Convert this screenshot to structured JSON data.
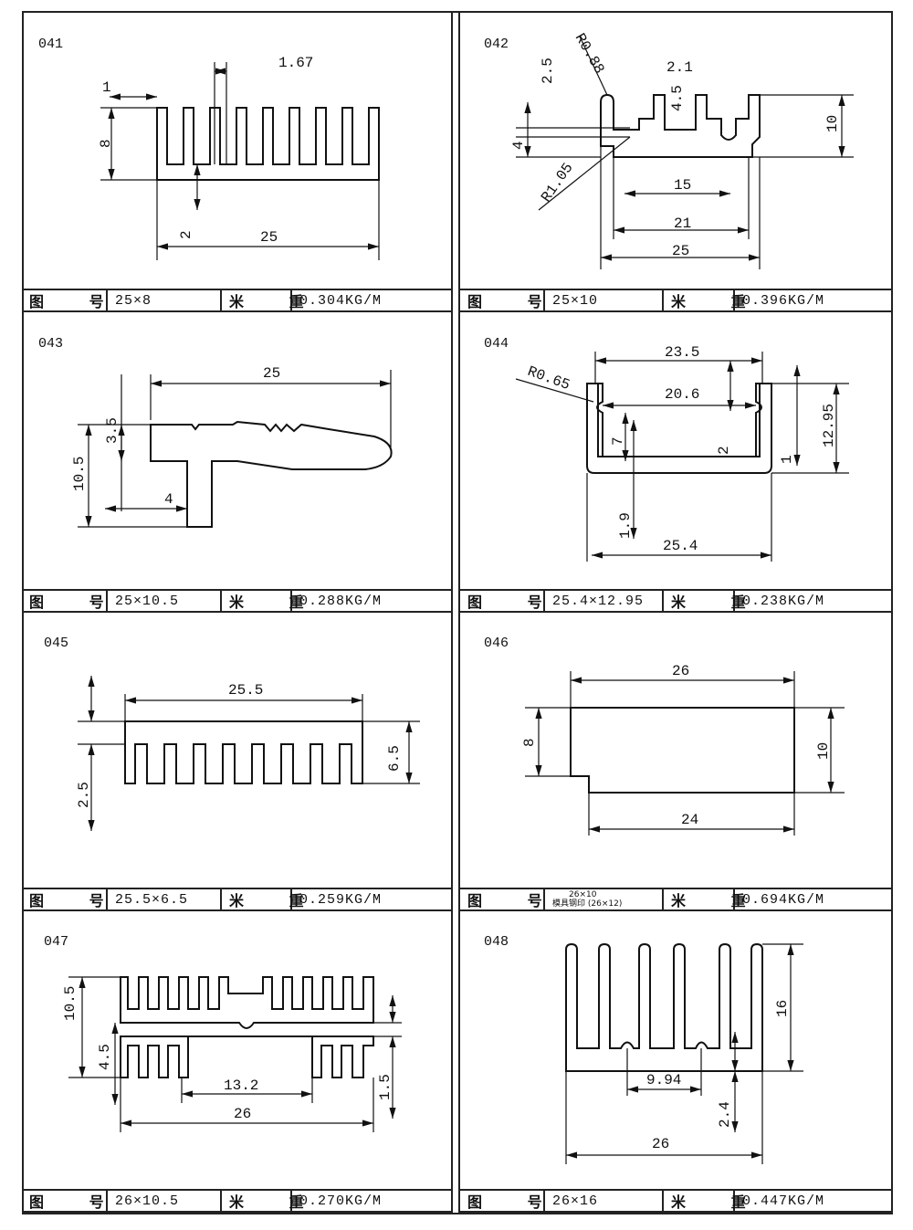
{
  "labels": {
    "drawing_no": "图 号",
    "weight": "米 重"
  },
  "panels": [
    {
      "id": "041",
      "size": "25×8",
      "weight": "0.304KG/M",
      "dims": [
        "1.67",
        "1",
        "8",
        "2",
        "25"
      ]
    },
    {
      "id": "042",
      "size": "25×10",
      "weight": "0.396KG/M",
      "dims": [
        "R0.88",
        "2.5",
        "2.1",
        "4.5",
        "10",
        "4",
        "15",
        "R1.05",
        "21",
        "25"
      ]
    },
    {
      "id": "043",
      "size": "25×10.5",
      "weight": "0.288KG/M",
      "dims": [
        "25",
        "3.5",
        "10.5",
        "4"
      ]
    },
    {
      "id": "044",
      "size": "25.4×12.95",
      "weight": "0.238KG/M",
      "dims": [
        "23.5",
        "R0.65",
        "20.6",
        "7",
        "2",
        "12.95",
        "1",
        "1.9",
        "25.4"
      ]
    },
    {
      "id": "045",
      "size": "25.5×6.5",
      "weight": "0.259KG/M",
      "dims": [
        "25.5",
        "6.5",
        "2.5"
      ]
    },
    {
      "id": "046",
      "size": "26×10",
      "size_note": "模具钢印 (26×12)",
      "weight": "0.694KG/M",
      "dims": [
        "26",
        "8",
        "10",
        "24"
      ]
    },
    {
      "id": "047",
      "size": "26×10.5",
      "weight": "0.270KG/M",
      "dims": [
        "10.5",
        "4.5",
        "13.2",
        "26",
        "1.5"
      ]
    },
    {
      "id": "048",
      "size": "26×16",
      "weight": "0.447KG/M",
      "dims": [
        "16",
        "9.94",
        "2.4",
        "26"
      ]
    }
  ]
}
